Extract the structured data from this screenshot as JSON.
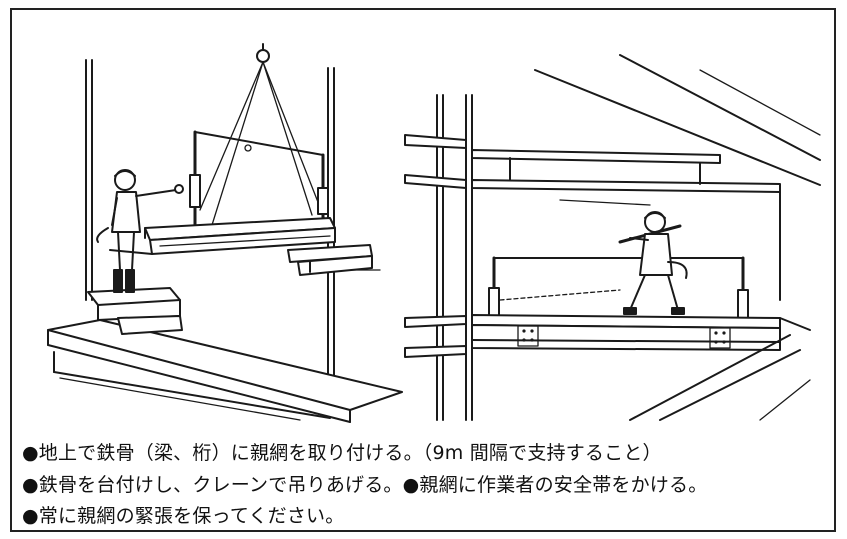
{
  "captions": {
    "line1": "●地上で鉄骨（梁、桁）に親網を取り付ける。（9m 間隔で支持すること）",
    "line2": "●鉄骨を台付けし、クレーンで吊りあげる。●親網に作業者の安全帯をかける。",
    "line3": "●常に親網の緊張を保ってください。"
  },
  "colors": {
    "ink": "#1a1a1a",
    "paper": "#ffffff"
  }
}
